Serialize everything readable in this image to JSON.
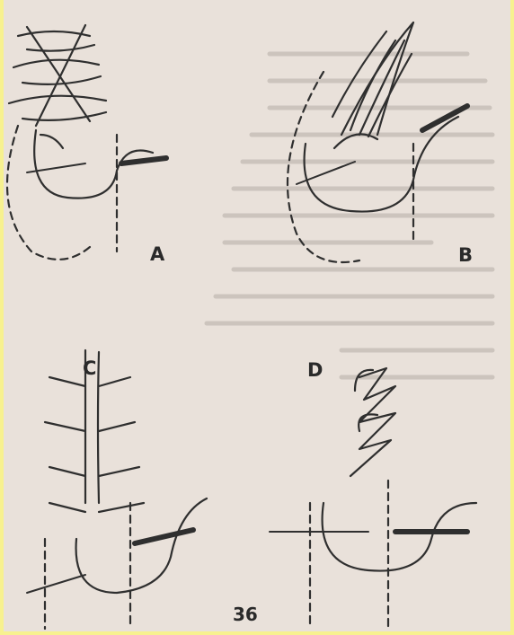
{
  "figure_labels": {
    "a": "A",
    "b": "B",
    "c": "C",
    "d": "D"
  },
  "page_number": "36",
  "colors": {
    "border": "#f7f18f",
    "paper": "#e9e1da",
    "ink": "#2a2a2a"
  }
}
